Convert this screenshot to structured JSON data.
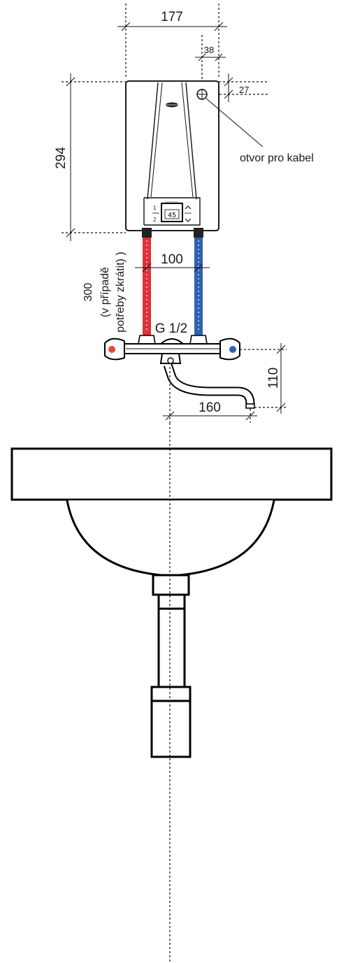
{
  "dimensions": {
    "width": "177",
    "cable_offset_x": "38",
    "cable_offset_y": "27",
    "height": "294",
    "pipe_spacing": "100",
    "pipe_length": "300",
    "pipe_length_note_1": "(v případě",
    "pipe_length_note_2": "potřeby zkrátit) )",
    "thread": "G 1/2",
    "spout_height": "110",
    "spout_length": "160"
  },
  "labels": {
    "cable_hole": "otvor pro kabel"
  },
  "display": {
    "temperature": "45",
    "button_1": "1",
    "button_2": "2"
  },
  "colors": {
    "hot_pipe": "#e0303a",
    "cold_pipe": "#2f62b0",
    "hot_knob_dot": "#e8453c",
    "cold_knob_dot": "#2f62b0"
  }
}
